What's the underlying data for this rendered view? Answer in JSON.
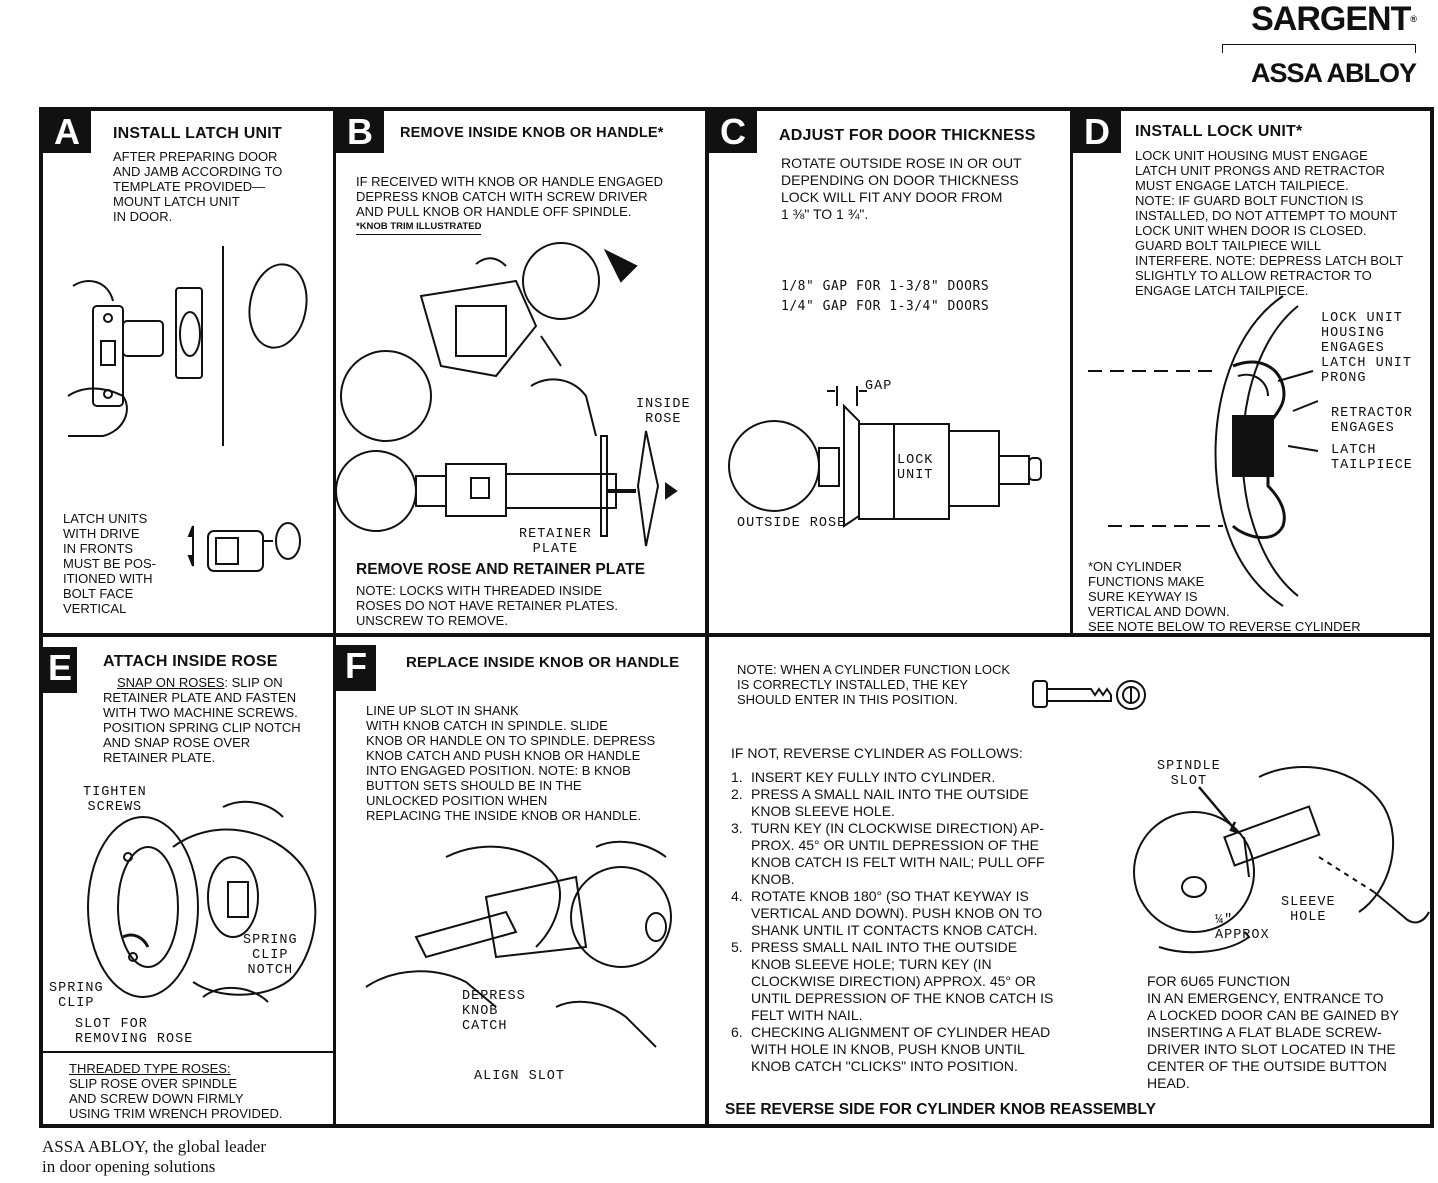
{
  "brand": {
    "name": "SARGENT",
    "registered": "®",
    "parent": "ASSA ABLOY"
  },
  "footer": {
    "tagline": "ASSA ABLOY, the global leader\nin door opening solutions"
  },
  "panels": {
    "a": {
      "letter": "A",
      "title": "INSTALL LATCH UNIT",
      "body": "AFTER PREPARING DOOR\nAND JAMB ACCORDING TO\nTEMPLATE PROVIDED—\nMOUNT LATCH UNIT\nIN DOOR.",
      "note": "LATCH UNITS\nWITH DRIVE\nIN FRONTS\nMUST BE POS-\nITIONED WITH\nBOLT FACE\nVERTICAL"
    },
    "b": {
      "letter": "B",
      "title": "REMOVE INSIDE KNOB OR HANDLE*",
      "body": "IF RECEIVED WITH KNOB OR HANDLE ENGAGED\nDEPRESS KNOB CATCH WITH SCREW DRIVER\nAND PULL KNOB OR HANDLE OFF SPINDLE.",
      "footnote": "*KNOB TRIM ILLUSTRATED",
      "label_inside_rose": "INSIDE\nROSE",
      "label_retainer": "RETAINER\nPLATE",
      "subtitle": "REMOVE ROSE AND RETAINER PLATE",
      "note": "NOTE: LOCKS WITH THREADED INSIDE\nROSES DO NOT HAVE RETAINER PLATES.\nUNSCREW TO REMOVE."
    },
    "c": {
      "letter": "C",
      "title": "ADJUST FOR DOOR THICKNESS",
      "body": "ROTATE OUTSIDE ROSE IN OR OUT\nDEPENDING ON DOOR THICKNESS\nLOCK WILL FIT ANY DOOR FROM\n1 ⅜\" TO 1 ¾\".",
      "gap1": "1/8\" GAP FOR 1-3/8\" DOORS",
      "gap2": "1/4\" GAP FOR 1-3/4\" DOORS",
      "label_gap": "GAP",
      "label_lock_unit": "LOCK\nUNIT",
      "label_outside_rose": "OUTSIDE ROSE"
    },
    "d": {
      "letter": "D",
      "title": "INSTALL LOCK UNIT*",
      "body": "   LOCK UNIT HOUSING MUST ENGAGE\nLATCH UNIT PRONGS AND RETRACTOR\nMUST ENGAGE LATCH TAILPIECE.\nNOTE: IF GUARD BOLT FUNCTION IS\nINSTALLED, DO NOT ATTEMPT TO MOUNT\nLOCK UNIT WHEN DOOR IS CLOSED.\nGUARD BOLT TAILPIECE WILL\nINTERFERE. NOTE: DEPRESS LATCH BOLT\nSLIGHTLY TO ALLOW RETRACTOR TO\nENGAGE LATCH TAILPIECE.",
      "label_housing": "LOCK UNIT\nHOUSING\nENGAGES\nLATCH UNIT\nPRONG",
      "label_retractor": "RETRACTOR\nENGAGES",
      "label_tailpiece": "LATCH\nTAILPIECE",
      "note": "*ON CYLINDER\nFUNCTIONS MAKE\nSURE KEYWAY IS\nVERTICAL AND DOWN.\nSEE NOTE BELOW TO REVERSE CYLINDER"
    },
    "e": {
      "letter": "E",
      "title": "ATTACH INSIDE ROSE",
      "snap_heading": "SNAP ON ROSES",
      "body": ": SLIP ON\nRETAINER PLATE AND FASTEN\nWITH TWO MACHINE SCREWS.\nPOSITION SPRING CLIP NOTCH\nAND SNAP ROSE OVER\nRETAINER PLATE.",
      "label_tighten": "TIGHTEN\nSCREWS",
      "label_spring_notch": "SPRING\nCLIP\nNOTCH",
      "label_spring_clip": "SPRING\nCLIP",
      "label_slot": "SLOT FOR\nREMOVING ROSE",
      "threaded_heading": "THREADED TYPE ROSES:",
      "threaded_body": "SLIP ROSE OVER SPINDLE\nAND SCREW DOWN FIRMLY\nUSING TRIM WRENCH PROVIDED."
    },
    "f": {
      "letter": "F",
      "title": "REPLACE INSIDE KNOB OR HANDLE",
      "body": "LINE UP SLOT IN SHANK\nWITH KNOB CATCH IN SPINDLE. SLIDE\nKNOB OR HANDLE ON TO SPINDLE. DEPRESS\nKNOB CATCH AND PUSH KNOB OR HANDLE\nINTO ENGAGED POSITION. NOTE: B KNOB\nBUTTON SETS SHOULD BE IN THE\nUNLOCKED POSITION WHEN\nREPLACING THE INSIDE KNOB OR HANDLE.",
      "label_depress": "DEPRESS\nKNOB\nCATCH",
      "label_align": "ALIGN SLOT"
    },
    "g": {
      "note": "NOTE: WHEN A CYLINDER FUNCTION LOCK\nIS CORRECTLY INSTALLED, THE KEY\nSHOULD ENTER IN THIS POSITION.",
      "intro": "IF NOT, REVERSE CYLINDER AS FOLLOWS:",
      "steps": [
        {
          "n": "1.",
          "text": "INSERT KEY FULLY INTO CYLINDER."
        },
        {
          "n": "2.",
          "text": "PRESS A SMALL NAIL INTO THE OUTSIDE\nKNOB SLEEVE HOLE."
        },
        {
          "n": "3.",
          "text": "TURN KEY (IN CLOCKWISE DIRECTION) AP-\nPROX. 45° OR UNTIL DEPRESSION OF THE\nKNOB CATCH IS FELT WITH NAIL; PULL OFF\nKNOB."
        },
        {
          "n": "4.",
          "text": "ROTATE KNOB 180° (SO THAT KEYWAY IS\nVERTICAL AND DOWN). PUSH KNOB ON TO\nSHANK UNTIL IT CONTACTS KNOB CATCH."
        },
        {
          "n": "5.",
          "text": "PRESS SMALL NAIL INTO THE OUTSIDE\nKNOB SLEEVE HOLE; TURN KEY (IN\nCLOCKWISE DIRECTION) APPROX. 45° OR\nUNTIL DEPRESSION OF THE KNOB CATCH IS\nFELT WITH NAIL."
        },
        {
          "n": "6.",
          "text": "CHECKING ALIGNMENT OF CYLINDER HEAD\nWITH HOLE IN KNOB, PUSH KNOB UNTIL\nKNOB CATCH \"CLICKS\" INTO POSITION."
        }
      ],
      "label_spindle": "SPINDLE\nSLOT",
      "label_sleeve": "SLEEVE\nHOLE",
      "label_approx": "¼\"\nAPPROX",
      "emergency": "FOR 6U65 FUNCTION\nIN AN EMERGENCY, ENTRANCE TO\nA LOCKED DOOR CAN BE GAINED BY\nINSERTING A FLAT BLADE SCREW-\nDRIVER INTO SLOT LOCATED IN THE\nCENTER OF THE OUTSIDE BUTTON\nHEAD.",
      "footer": "SEE REVERSE SIDE FOR CYLINDER KNOB REASSEMBLY"
    }
  }
}
